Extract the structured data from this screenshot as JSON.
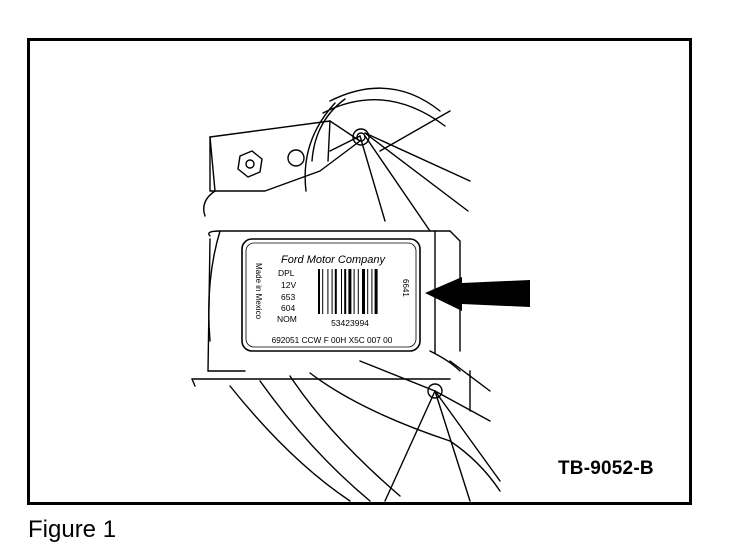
{
  "figure_id": "TB-9052-B",
  "caption": "Figure 1",
  "label": {
    "brand": "Ford Motor Company",
    "origin": "Made in Mexico",
    "lines": [
      "DPL",
      "12V",
      "653",
      "604",
      "NOM"
    ],
    "barcode_number": "53423994",
    "side_code": "6641",
    "part_code": "692051 CCW F 00H X5C 007 00"
  }
}
